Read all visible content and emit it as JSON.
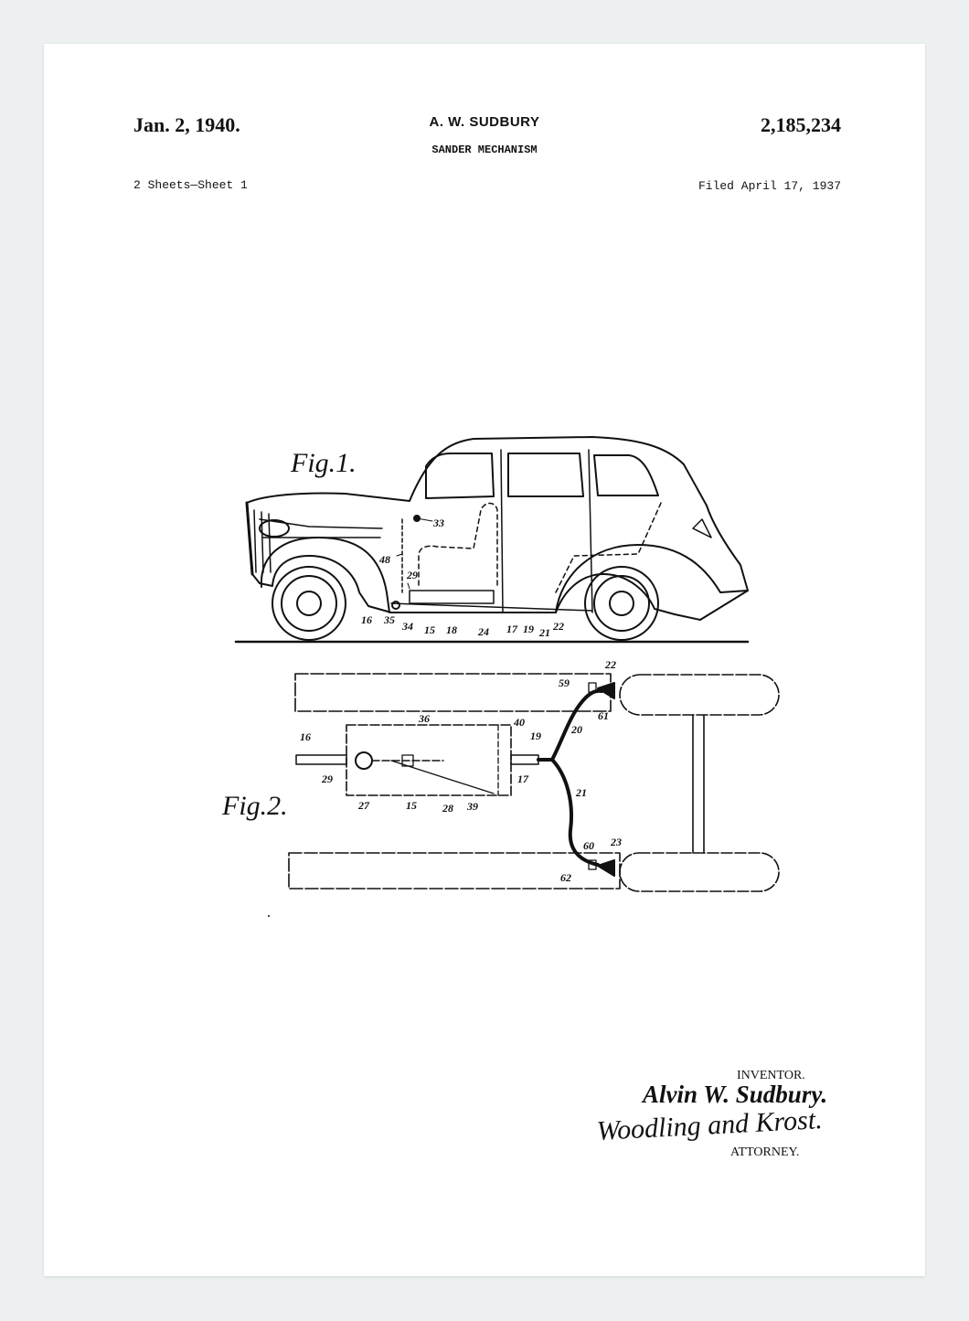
{
  "header": {
    "date": "Jan. 2, 1940.",
    "inventor": "A. W. SUDBURY",
    "title": "SANDER MECHANISM",
    "patent_number": "2,185,234",
    "sheets": "2 Sheets—Sheet 1",
    "filed": "Filed April 17, 1937"
  },
  "figures": {
    "fig1": "Fig.1.",
    "fig2": "Fig.2."
  },
  "labels": {
    "fig1": [
      "33",
      "48",
      "29",
      "16",
      "35",
      "34",
      "15",
      "18",
      "24",
      "17",
      "19",
      "21",
      "22"
    ],
    "fig2": [
      "22",
      "59",
      "61",
      "20",
      "36",
      "40",
      "19",
      "16",
      "29",
      "17",
      "27",
      "15",
      "28",
      "39",
      "21",
      "60",
      "23",
      "62"
    ]
  },
  "signature": {
    "inventor_label": "INVENTOR.",
    "inventor_name": "Alvin W. Sudbury.",
    "attorney_name": "Woodling and Krost.",
    "attorney_label": "ATTORNEY."
  }
}
